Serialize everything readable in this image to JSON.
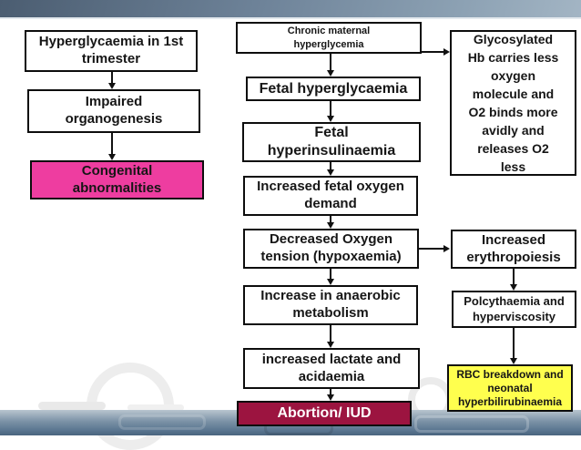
{
  "slide": {
    "type": "flowchart-presentation-slide",
    "colors": {
      "top_bar_gradient": [
        "#4b5d71",
        "#a3b5c4"
      ],
      "bottom_band_gradient": [
        "#b9c5cf",
        "#4a647e"
      ],
      "box_border": "#0d0d0d",
      "box_fill_default": "#ffffff",
      "box_fill_pink": "#ee3da0",
      "box_fill_maroon": "#9c1440",
      "box_fill_yellow": "#ffff4e",
      "text_dark": "#161616",
      "text_light": "#ffffff"
    }
  },
  "boxes": {
    "hyperglycaemia_trimester": {
      "label": "Hyperglycaemia in 1st\ntrimester"
    },
    "impaired_organogenesis": {
      "label": "Impaired\norganogenesis"
    },
    "congenital_abnormalities": {
      "label": "Congenital\nabnormalities"
    },
    "chronic_maternal": {
      "label": "Chronic maternal\nhyperglycemia"
    },
    "fetal_hyperglycaemia": {
      "label": "Fetal hyperglycaemia"
    },
    "fetal_hyperinsulinaemia": {
      "label": "Fetal\nhyperinsulinaemia"
    },
    "increased_fetal_oxygen_demand": {
      "label": "Increased fetal oxygen\ndemand"
    },
    "decreased_oxygen_tension": {
      "label": "Decreased Oxygen\ntension (hypoxaemia)"
    },
    "increase_anaerobic_metabolism": {
      "label": "Increase in anaerobic\nmetabolism"
    },
    "increased_lactate_acidaemia": {
      "label": "increased lactate and\nacidaemia"
    },
    "abortion_iud": {
      "label": "Abortion/ IUD"
    },
    "glycosylated_hb": {
      "label": "Glycosylated\nHb carries less\noxygen\nmolecule and\nO2 binds more\navidly and\nreleases O2\nless"
    },
    "increased_erythropoiesis": {
      "label": "Increased\nerythropoiesis"
    },
    "polycythaemia_hyperviscosity": {
      "label": "Polcythaemia and\nhyperviscosity"
    },
    "rbc_breakdown": {
      "label": "RBC breakdown and\nneonatal\nhyperbilirubinaemia"
    }
  },
  "edges": [
    {
      "from": "hyperglycaemia_trimester",
      "to": "impaired_organogenesis"
    },
    {
      "from": "impaired_organogenesis",
      "to": "congenital_abnormalities"
    },
    {
      "from": "chronic_maternal",
      "to": "fetal_hyperglycaemia"
    },
    {
      "from": "chronic_maternal",
      "to": "glycosylated_hb"
    },
    {
      "from": "fetal_hyperglycaemia",
      "to": "fetal_hyperinsulinaemia"
    },
    {
      "from": "fetal_hyperinsulinaemia",
      "to": "increased_fetal_oxygen_demand"
    },
    {
      "from": "increased_fetal_oxygen_demand",
      "to": "decreased_oxygen_tension"
    },
    {
      "from": "decreased_oxygen_tension",
      "to": "increase_anaerobic_metabolism"
    },
    {
      "from": "decreased_oxygen_tension",
      "to": "increased_erythropoiesis"
    },
    {
      "from": "increase_anaerobic_metabolism",
      "to": "increased_lactate_acidaemia"
    },
    {
      "from": "increased_lactate_acidaemia",
      "to": "abortion_iud"
    },
    {
      "from": "increased_erythropoiesis",
      "to": "polycythaemia_hyperviscosity"
    },
    {
      "from": "polycythaemia_hyperviscosity",
      "to": "rbc_breakdown"
    }
  ]
}
